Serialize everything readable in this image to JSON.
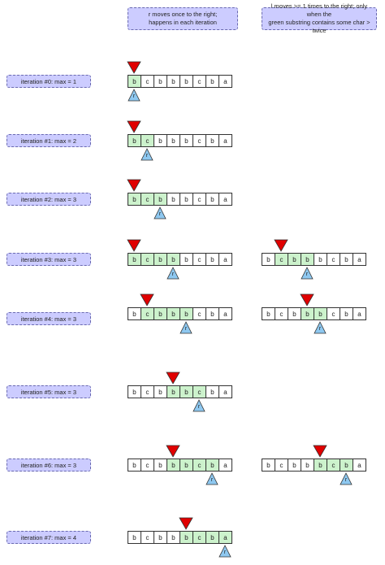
{
  "notes": {
    "r_note": "r moves once to the right;\nhappens in each iteration",
    "l_note": "l moves >= 1 times to the right; only when the\ngreen substring contains some char > twice"
  },
  "pointer_labels": {
    "r": "r"
  },
  "colors": {
    "label_fill": "#ccccff",
    "window_fill": "#ccf2cc",
    "l_pointer": "#e00000",
    "r_pointer": "#8ec8f0"
  },
  "chars": [
    "b",
    "c",
    "b",
    "b",
    "b",
    "c",
    "b",
    "a"
  ],
  "iterations": [
    {
      "label": "iteration #0: max = 1",
      "left": {
        "l": 0,
        "r": 0
      }
    },
    {
      "label": "iteration #1: max = 2",
      "left": {
        "l": 0,
        "r": 1
      }
    },
    {
      "label": "iteration #2: max = 3",
      "left": {
        "l": 0,
        "r": 2
      }
    },
    {
      "label": "iteration #3: max = 3",
      "left": {
        "l": 0,
        "r": 3
      },
      "right": {
        "l": 1,
        "r": 3
      }
    },
    {
      "label": "iteration #4: max = 3",
      "left": {
        "l": 1,
        "r": 4
      },
      "right": {
        "l": 3,
        "r": 4
      }
    },
    {
      "label": "iteration #5: max = 3",
      "left": {
        "l": 3,
        "r": 5
      }
    },
    {
      "label": "iteration #6: max = 3",
      "left": {
        "l": 3,
        "r": 6
      },
      "right": {
        "l": 4,
        "r": 6
      }
    },
    {
      "label": "iteration #7: max = 4",
      "left": {
        "l": 4,
        "r": 7
      }
    }
  ]
}
